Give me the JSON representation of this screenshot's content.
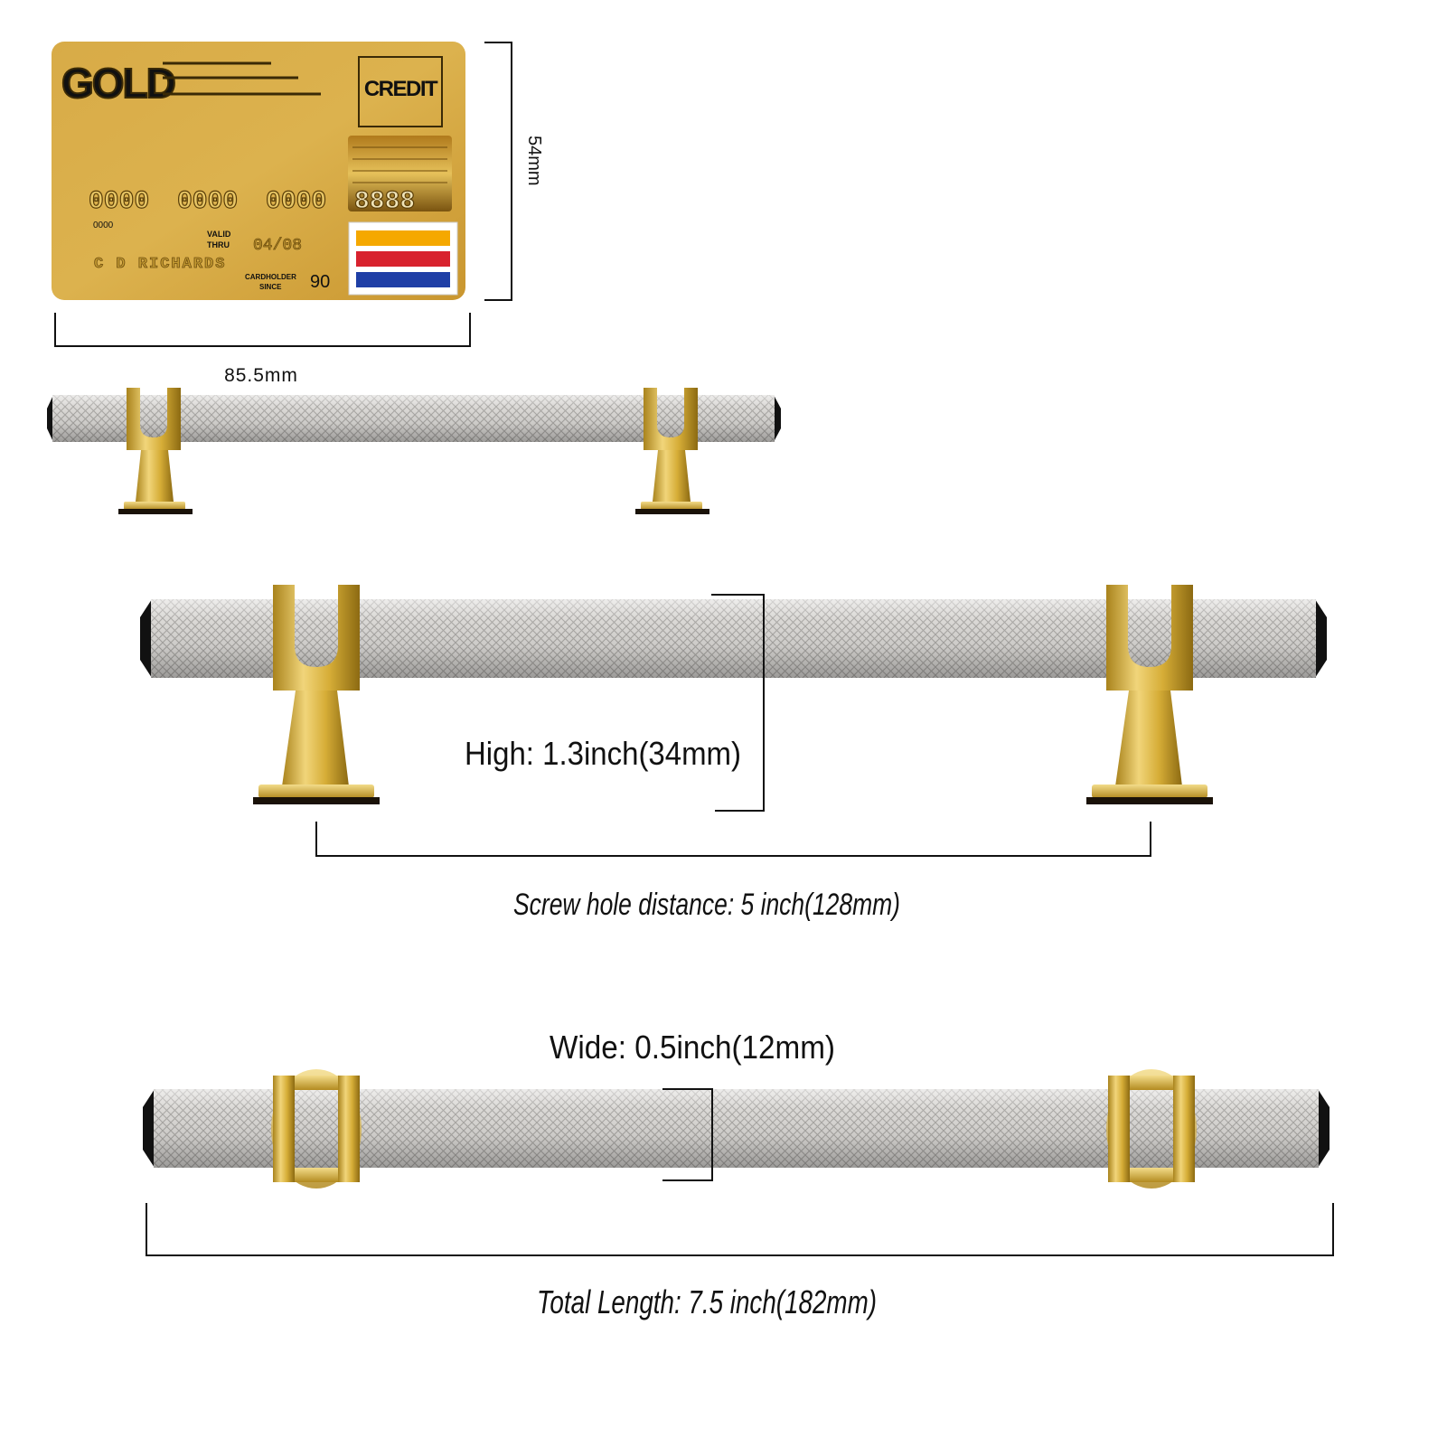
{
  "card": {
    "brand": "GOLD",
    "type_label": "CREDIT",
    "number_groups": [
      "0000",
      "0000",
      "0000",
      "8888"
    ],
    "small_number": "0000",
    "valid_label_1": "VALID",
    "valid_label_2": "THRU",
    "valid_date": "04/08",
    "holder_name": "C D RICHARDS",
    "since_label_1": "CARDHOLDER",
    "since_label_2": "SINCE",
    "since_year": "90",
    "flag_colors": [
      "#f5a800",
      "#d8222e",
      "#1f3fa6"
    ],
    "height_label": "54mm",
    "width_label": "85.5mm"
  },
  "dimensions": {
    "high": "High: 1.3inch(34mm)",
    "screw_hole": "Screw hole distance: 5 inch(128mm)",
    "wide": "Wide: 0.5inch(12mm)",
    "total_length": "Total Length: 7.5 inch(182mm)"
  },
  "colors": {
    "gold": "#d9b23a",
    "gold_dark": "#a9831c",
    "bar": "#d4d2cf",
    "bar_dark": "#9a9895",
    "card": "#d6a640",
    "line": "#111111"
  }
}
